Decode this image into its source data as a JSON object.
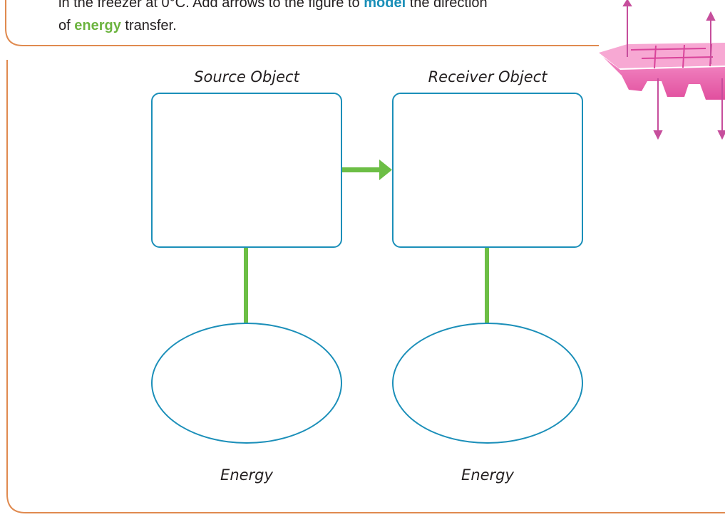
{
  "instruction": {
    "line1_pre": "in the freezer at 0°C. Add arrows to the figure to ",
    "line1_kw": "model",
    "line1_post": " the direction",
    "line2_pre": "of ",
    "line2_kw": "energy",
    "line2_post": " transfer."
  },
  "diagram": {
    "source_label": "Source Object",
    "receiver_label": "Receiver Object",
    "source_energy_label": "Energy",
    "receiver_energy_label": "Energy"
  },
  "colors": {
    "frame": "#e08a4f",
    "box_border": "#1b8fb9",
    "connector": "#6cbe45",
    "tray": "#e95aa8"
  },
  "icons": [
    "ice-cube-tray-image",
    "arrow-right-icon"
  ]
}
